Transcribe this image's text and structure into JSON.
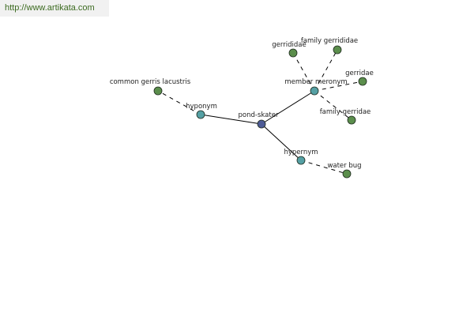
{
  "site_url": "http://www.artikata.com",
  "colors": {
    "center_node": "#4e5b96",
    "relation_node": "#55a0a4",
    "leaf_node": "#5b8e4c",
    "node_stroke": "#1e2a1e",
    "edge": "#000000"
  },
  "graph": {
    "nodes": [
      {
        "id": "pond-skater",
        "label": "pond-skater",
        "kind": "center"
      },
      {
        "id": "hyponym",
        "label": "hyponym",
        "kind": "relation"
      },
      {
        "id": "member-meronym",
        "label": "member meronym",
        "kind": "relation"
      },
      {
        "id": "hypernym",
        "label": "hypernym",
        "kind": "relation"
      },
      {
        "id": "common-gerris-lacustris",
        "label": "common gerris lacustris",
        "kind": "leaf"
      },
      {
        "id": "gerrididae",
        "label": "gerrididae",
        "kind": "leaf"
      },
      {
        "id": "family-gerrididae",
        "label": "family gerrididae",
        "kind": "leaf"
      },
      {
        "id": "gerridae",
        "label": "gerridae",
        "kind": "leaf"
      },
      {
        "id": "family-gerridae",
        "label": "family gerridae",
        "kind": "leaf"
      },
      {
        "id": "water-bug",
        "label": "water bug",
        "kind": "leaf"
      }
    ],
    "edges": [
      {
        "from": "pond-skater",
        "to": "hyponym",
        "style": "solid"
      },
      {
        "from": "pond-skater",
        "to": "member-meronym",
        "style": "solid"
      },
      {
        "from": "pond-skater",
        "to": "hypernym",
        "style": "solid"
      },
      {
        "from": "hyponym",
        "to": "common-gerris-lacustris",
        "style": "dashed"
      },
      {
        "from": "member-meronym",
        "to": "gerrididae",
        "style": "dashed"
      },
      {
        "from": "member-meronym",
        "to": "family-gerrididae",
        "style": "dashed"
      },
      {
        "from": "member-meronym",
        "to": "gerridae",
        "style": "dashed"
      },
      {
        "from": "member-meronym",
        "to": "family-gerridae",
        "style": "dashed"
      },
      {
        "from": "hypernym",
        "to": "water-bug",
        "style": "dashed"
      }
    ]
  }
}
